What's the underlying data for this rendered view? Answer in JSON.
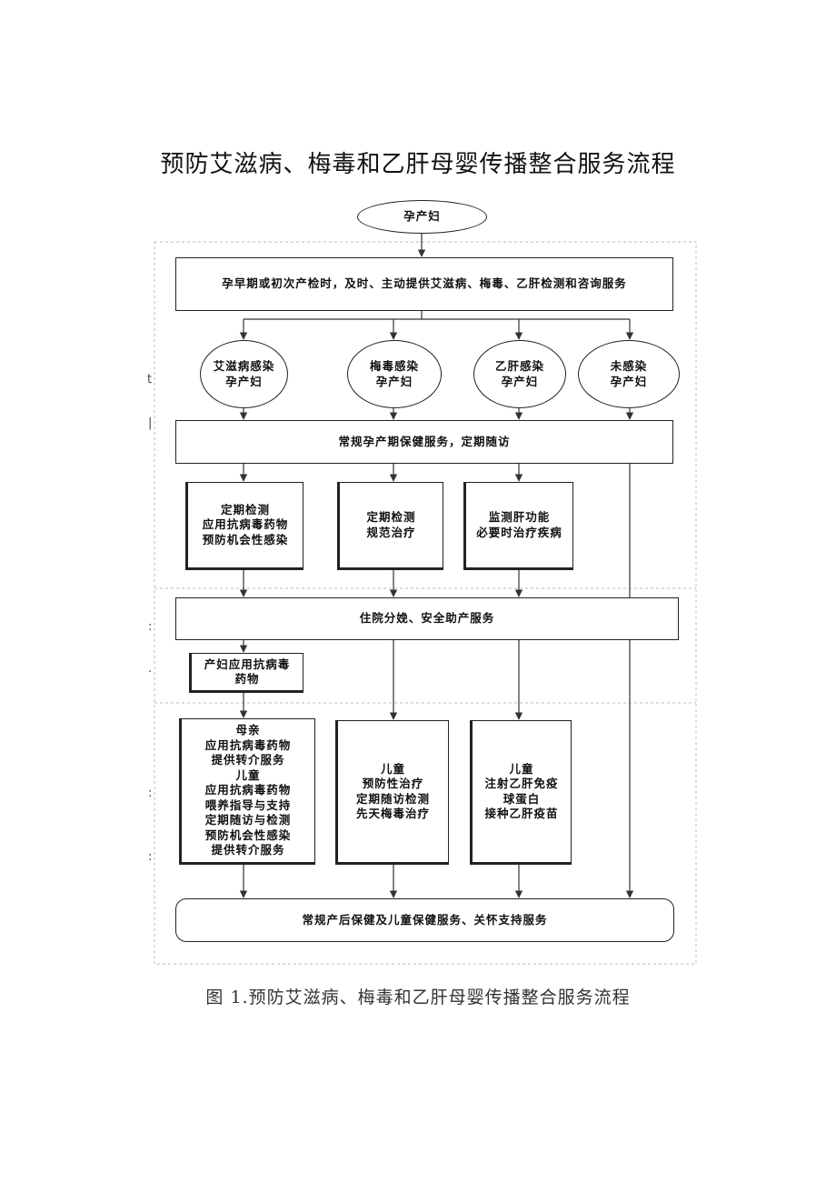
{
  "title": "预防艾滋病、梅毒和乙肝母婴传播整合服务流程",
  "caption": "图 1.预防艾滋病、梅毒和乙肝母婴传播整合服务流程",
  "nodes": {
    "start": "孕产妇",
    "screening": "孕早期或初次产检时，及时、主动提供艾滋病、梅毒、乙肝检测和咨询服务",
    "hiv": "艾滋病感染\n孕产妇",
    "syphilis": "梅毒感染\n孕产妇",
    "hbv": "乙肝感染\n孕产妇",
    "uninfected": "未感染\n孕产妇",
    "routine_prenatal": "常规孕产期保健服务，定期随访",
    "hiv_prenatal": "定期检测\n应用抗病毒药物\n预防机会性感染",
    "syphilis_prenatal": "定期检测\n规范治疗",
    "hbv_prenatal": "监测肝功能\n必要时治疗疾病",
    "delivery": "住院分娩、安全助产服务",
    "hiv_delivery": "产妇应用抗病毒\n药物",
    "hiv_postnatal": "母亲\n应用抗病毒药物\n提供转介服务\n儿童\n应用抗病毒药物\n喂养指导与支持\n定期随访与检测\n预防机会性感染\n提供转介服务",
    "syphilis_postnatal": "儿童\n预防性治疗\n定期随访检测\n先天梅毒治疗",
    "hbv_postnatal": "儿童\n注射乙肝免疫\n球蛋白\n接种乙肝疫苗",
    "routine_postnatal": "常规产后保健及儿童保健服务、关怀支持服务"
  },
  "side_marks": [
    "t",
    "|",
    ":",
    ".",
    ":",
    ":"
  ]
}
